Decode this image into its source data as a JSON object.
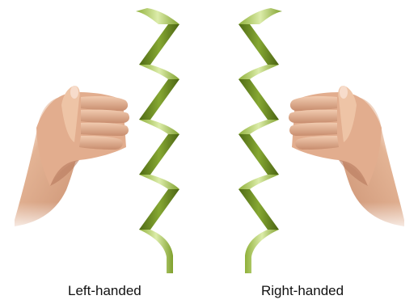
{
  "figure": {
    "left_caption": "Left-handed",
    "right_caption": "Right-handed"
  },
  "colors": {
    "ribbon_dark": "#5e7a1c",
    "ribbon_mid": "#8aac34",
    "ribbon_light": "#d6e8a4",
    "skin_light": "#f2cdb1",
    "skin_mid": "#d9a282",
    "skin_dark": "#a8705a"
  },
  "icons": {
    "left_hand": "left-hand-illustration",
    "right_hand": "right-hand-illustration",
    "left_helix": "left-handed-helix",
    "right_helix": "right-handed-helix"
  }
}
